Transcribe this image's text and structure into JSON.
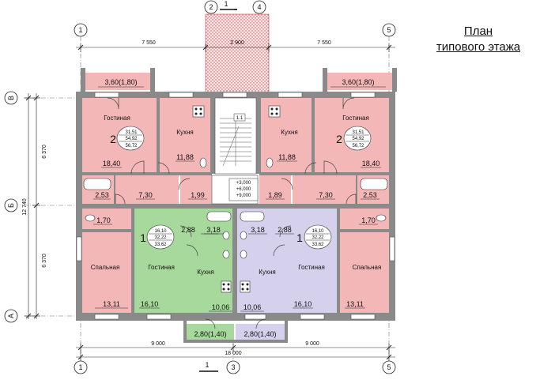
{
  "title": {
    "line1": "План",
    "line2": "типового этажа"
  },
  "axes": {
    "n1": "1",
    "n2": "2",
    "n3": "3",
    "n4": "4",
    "n5": "5",
    "a": "А",
    "b": "Б",
    "v": "В"
  },
  "dims": {
    "top_left": "7 550",
    "top_mid": "2 900",
    "top_right": "7 550",
    "bot_left": "9 000",
    "bot_total": "18 000",
    "bot_right": "9 000",
    "left_upper": "6 370",
    "left_lower": "6 370",
    "left_total": "12 740"
  },
  "section_marks": {
    "top": "1",
    "bottom": "1"
  },
  "rooms": {
    "living": "Гостиная",
    "kitchen": "Кухня",
    "bedroom": "Спальная"
  },
  "areas": {
    "balc_tl": "3,60(1,80)",
    "balc_tr": "3,60(1,80)",
    "liv_tl": "18,40",
    "kit_tl": "11,88",
    "kit_tr": "11,88",
    "liv_tr": "18,40",
    "bath_l": "2,53",
    "hall_l": "7,30",
    "vest_l": "1,99",
    "vest_r": "1,89",
    "hall_r": "7,30",
    "bath_r": "2,53",
    "wc_l": "1,70",
    "wc_r": "1,70",
    "g_bath": "2,88",
    "g_wc": "3,18",
    "p_wc": "3,18",
    "p_bath": "2,88",
    "bed_l": "13,11",
    "g_liv": "16,10",
    "g_kit": "10,06",
    "p_kit": "10,06",
    "p_liv": "16,10",
    "bed_r": "13,11",
    "balc_bl": "2,80(1,40)",
    "balc_br": "2,80(1,40)"
  },
  "apt_tags": {
    "left_big": {
      "rooms": "2",
      "a": "31,51",
      "b": "54,92",
      "c": "56,72"
    },
    "right_big": {
      "rooms": "2",
      "a": "31,51",
      "b": "54,92",
      "c": "56,72"
    },
    "left_small": {
      "rooms": "1",
      "a": "16,10",
      "b": "32,22",
      "c": "33,62"
    },
    "right_small": {
      "rooms": "1",
      "a": "16,10",
      "b": "32,22",
      "c": "33,62"
    }
  },
  "stair": {
    "mark": "1.1",
    "lv1": "+3,000",
    "lv2": "+6,000",
    "lv3": "+9,000"
  },
  "colors": {
    "pink": "#f4b7b7",
    "green": "#a6d99b",
    "lavender": "#d5d0ec",
    "wall": "#8a8a8a",
    "hatch": "#c44"
  }
}
